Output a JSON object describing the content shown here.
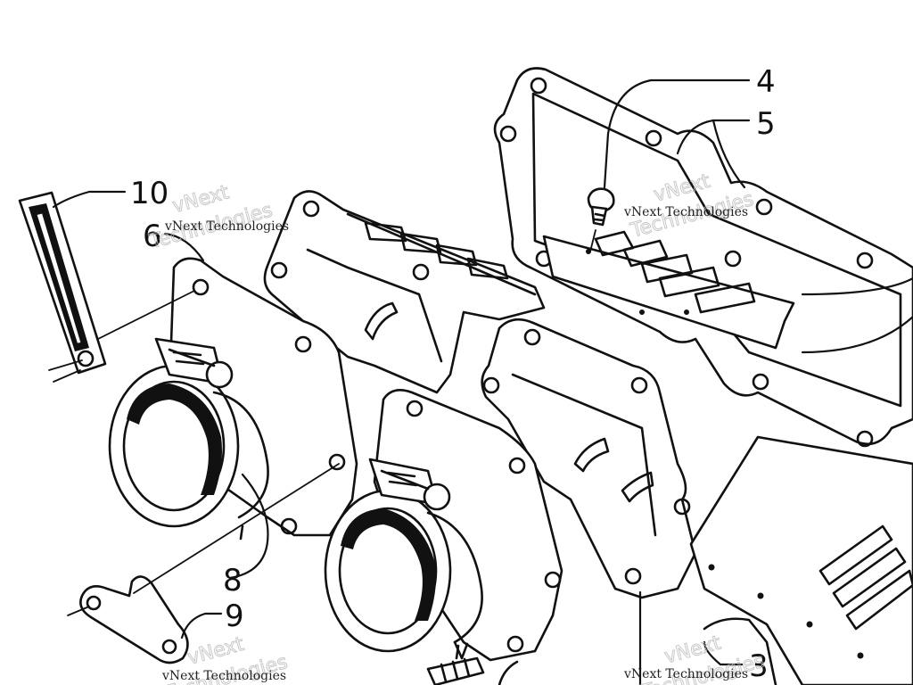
{
  "callouts": {
    "c3": "3",
    "c4": "4",
    "c5": "5",
    "c6": "6",
    "c8": "8",
    "c9": "9",
    "c10": "10"
  },
  "watermark": {
    "text": "vNext Technologies",
    "word1": "vNext",
    "word2": "Technologies"
  }
}
